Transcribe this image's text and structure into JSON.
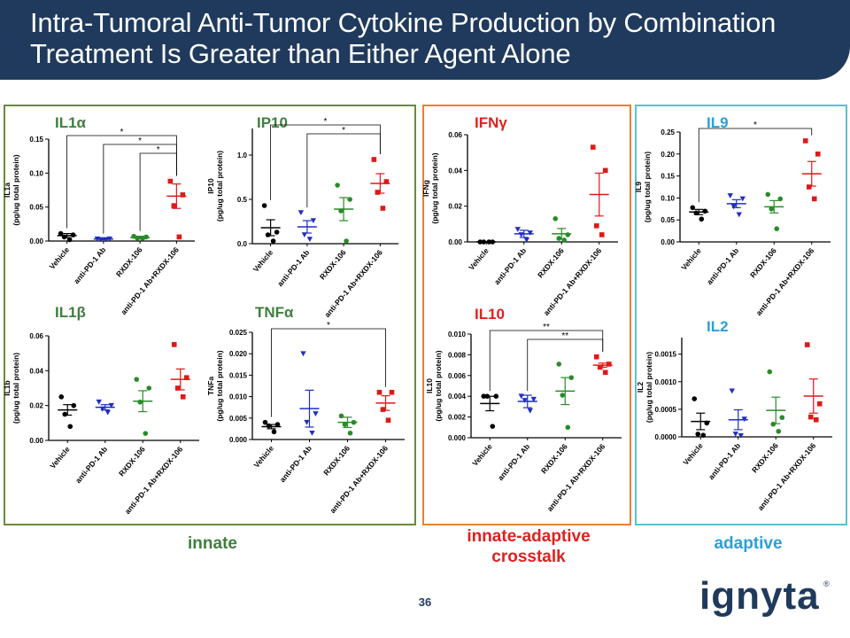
{
  "slide": {
    "title": "Intra-Tumoral Anti-Tumor Cytokine Production by Combination\nTreatment Is Greater than Either Agent Alone",
    "page_number": "36",
    "logo": "ignyta",
    "groups": {
      "innate": "innate",
      "crosstalk": "innate-adaptive\ncrosstalk",
      "adaptive": "adaptive"
    },
    "colors": {
      "header": "#1f3a5c",
      "vehicle": "#000000",
      "anti_pd1": "#1f2fbf",
      "rxdx": "#2a8a2a",
      "combo": "#e01818",
      "innate_border": "#6a8a3c",
      "crosstalk_border": "#e8822a",
      "adaptive_border": "#5ac1d2"
    }
  },
  "chart_data": [
    {
      "type": "scatter",
      "title": "IL1α",
      "ylabel": "IL1a\n(pg/ug total protein)",
      "categories": [
        "Vehicle",
        "anti-PD-1 Ab",
        "RXDX-106",
        "anti-PD-1 Ab+RXDX-106"
      ],
      "ylim": [
        0,
        0.15
      ],
      "yticks": [
        "0.00",
        "0.05",
        "0.10",
        "0.15"
      ],
      "means": [
        0.008,
        0.003,
        0.005,
        0.066
      ],
      "sem": [
        0.003,
        0.001,
        0.002,
        0.018
      ],
      "points": [
        [
          0.011,
          0.009,
          0.006,
          0.002
        ],
        [
          0.003,
          0.003,
          0.002,
          0.002
        ],
        [
          0.007,
          0.006,
          0.004,
          0.004
        ],
        [
          0.088,
          0.068,
          0.052,
          0.006
        ]
      ],
      "significance": [
        {
          "from": 0,
          "to": 3,
          "label": "*"
        },
        {
          "from": 1,
          "to": 3,
          "label": "*"
        },
        {
          "from": 2,
          "to": 3,
          "label": "*"
        }
      ]
    },
    {
      "type": "scatter",
      "title": "IP10",
      "ylabel": "IP10\n(pg/ug total protein)",
      "categories": [
        "Vehicle",
        "anti-PD-1 Ab",
        "RXDX-106",
        "anti-PD-1 Ab+RXDX-106"
      ],
      "ylim": [
        0,
        1.3
      ],
      "yticks": [
        "0.0",
        "0.5",
        "1.0"
      ],
      "means": [
        0.18,
        0.19,
        0.39,
        0.68
      ],
      "sem": [
        0.09,
        0.07,
        0.13,
        0.11
      ],
      "points": [
        [
          0.43,
          0.13,
          0.1,
          0.03
        ],
        [
          0.35,
          0.26,
          0.1,
          0.05
        ],
        [
          0.66,
          0.5,
          0.37,
          0.03
        ],
        [
          0.95,
          0.7,
          0.58,
          0.4
        ]
      ],
      "significance": [
        {
          "from": 0,
          "to": 3,
          "label": "*"
        },
        {
          "from": 1,
          "to": 3,
          "label": "*"
        }
      ]
    },
    {
      "type": "scatter",
      "title": "IFNγ",
      "ylabel": "IFNg\n(pg/ug total protein)",
      "categories": [
        "Vehicle",
        "anti-PD-1 Ab",
        "RXDX-106",
        "anti-PD-1 Ab+RXDX-106"
      ],
      "ylim": [
        0,
        0.06
      ],
      "yticks": [
        "0.00",
        "0.02",
        "0.04",
        "0.06"
      ],
      "means": [
        0.0,
        0.0045,
        0.0045,
        0.0265
      ],
      "sem": [
        0.0,
        0.002,
        0.003,
        0.012
      ],
      "points": [
        [
          0.0,
          0.0,
          0.0,
          0.0
        ],
        [
          0.007,
          0.005,
          0.004,
          0.001
        ],
        [
          0.013,
          0.004,
          0.002,
          0.001
        ],
        [
          0.053,
          0.04,
          0.009,
          0.004
        ]
      ],
      "significance": []
    },
    {
      "type": "scatter",
      "title": "IL9",
      "ylabel": "IL9\n(pg/ug total protein)",
      "categories": [
        "Vehicle",
        "anti-PD-1 Ab",
        "RXDX-106",
        "anti-PD-1 Ab+RXDX-106"
      ],
      "ylim": [
        0,
        0.25
      ],
      "yticks": [
        "0.00",
        "0.05",
        "0.10",
        "0.15",
        "0.20",
        "0.25"
      ],
      "means": [
        0.068,
        0.087,
        0.08,
        0.155
      ],
      "sem": [
        0.006,
        0.009,
        0.014,
        0.028
      ],
      "points": [
        [
          0.078,
          0.07,
          0.066,
          0.052
        ],
        [
          0.105,
          0.098,
          0.08,
          0.062
        ],
        [
          0.108,
          0.098,
          0.075,
          0.03
        ],
        [
          0.23,
          0.2,
          0.125,
          0.098
        ]
      ],
      "significance": [
        {
          "from": 0,
          "to": 3,
          "label": "*"
        }
      ]
    },
    {
      "type": "scatter",
      "title": "IL1β",
      "ylabel": "IL1b\n(pg/ug total protein)",
      "categories": [
        "Vehicle",
        "anti-PD-1 Ab",
        "RXDX-106",
        "anti-PD-1 Ab+RXDX-106"
      ],
      "ylim": [
        0,
        0.06
      ],
      "yticks": [
        "0.00",
        "0.02",
        "0.04",
        "0.06"
      ],
      "means": [
        0.0175,
        0.019,
        0.0225,
        0.035
      ],
      "sem": [
        0.003,
        0.0015,
        0.006,
        0.006
      ],
      "points": [
        [
          0.025,
          0.02,
          0.015,
          0.008
        ],
        [
          0.022,
          0.02,
          0.018,
          0.016
        ],
        [
          0.035,
          0.03,
          0.022,
          0.004
        ],
        [
          0.055,
          0.036,
          0.03,
          0.025
        ]
      ],
      "significance": []
    },
    {
      "type": "scatter",
      "title": "TNFα",
      "ylabel": "TNFa\n(pg/ug total protein)",
      "categories": [
        "Vehicle",
        "anti-PD-1 Ab",
        "RXDX-106",
        "anti-PD-1 Ab+RXDX-106"
      ],
      "ylim": [
        0,
        0.025
      ],
      "yticks": [
        "0.000",
        "0.005",
        "0.010",
        "0.015",
        "0.020",
        "0.025"
      ],
      "means": [
        0.003,
        0.0072,
        0.004,
        0.0085
      ],
      "sem": [
        0.0005,
        0.0043,
        0.0012,
        0.0017
      ],
      "points": [
        [
          0.004,
          0.0035,
          0.0032,
          0.0018
        ],
        [
          0.02,
          0.006,
          0.004,
          0.0015
        ],
        [
          0.0055,
          0.004,
          0.0035,
          0.0015
        ],
        [
          0.011,
          0.011,
          0.007,
          0.0045
        ]
      ],
      "significance": [
        {
          "from": 0,
          "to": 3,
          "label": "*"
        }
      ]
    },
    {
      "type": "scatter",
      "title": "IL10",
      "ylabel": "IL10\n(pg/ug total protein)",
      "categories": [
        "Vehicle",
        "anti-PD-1 Ab",
        "RXDX-106",
        "anti-PD-1 Ab+RXDX-106"
      ],
      "ylim": [
        0,
        0.01
      ],
      "yticks": [
        "0.000",
        "0.002",
        "0.004",
        "0.006",
        "0.008",
        "0.010"
      ],
      "means": [
        0.0033,
        0.0035,
        0.0045,
        0.007
      ],
      "sem": [
        0.0007,
        0.0006,
        0.0013,
        0.0002
      ],
      "points": [
        [
          0.004,
          0.004,
          0.004,
          0.0011
        ],
        [
          0.004,
          0.0037,
          0.0036,
          0.0026
        ],
        [
          0.0071,
          0.0058,
          0.0041,
          0.001
        ],
        [
          0.0078,
          0.0071,
          0.0068,
          0.0063
        ]
      ],
      "significance": [
        {
          "from": 0,
          "to": 3,
          "label": "**"
        },
        {
          "from": 1,
          "to": 3,
          "label": "**"
        }
      ]
    },
    {
      "type": "scatter",
      "title": "IL2",
      "ylabel": "IL2\n(pg/ug total protein)",
      "categories": [
        "Vehicle",
        "anti-PD-1 Ab",
        "RXDX-106",
        "anti-PD-1 Ab+RXDX-106"
      ],
      "ylim": [
        0,
        0.0018
      ],
      "yticks": [
        "0.0000",
        "0.0005",
        "0.0010",
        "0.0015"
      ],
      "means": [
        0.00028,
        0.00031,
        0.00048,
        0.00074
      ],
      "sem": [
        0.00015,
        0.00018,
        0.00024,
        0.00031
      ],
      "points": [
        [
          0.00069,
          0.00025,
          5e-05,
          3e-05
        ],
        [
          0.00083,
          0.00032,
          5e-05,
          2e-05
        ],
        [
          0.00118,
          0.00035,
          0.00023,
          0.0001
        ],
        [
          0.00167,
          0.0006,
          0.00036,
          0.00031
        ]
      ],
      "significance": []
    }
  ]
}
